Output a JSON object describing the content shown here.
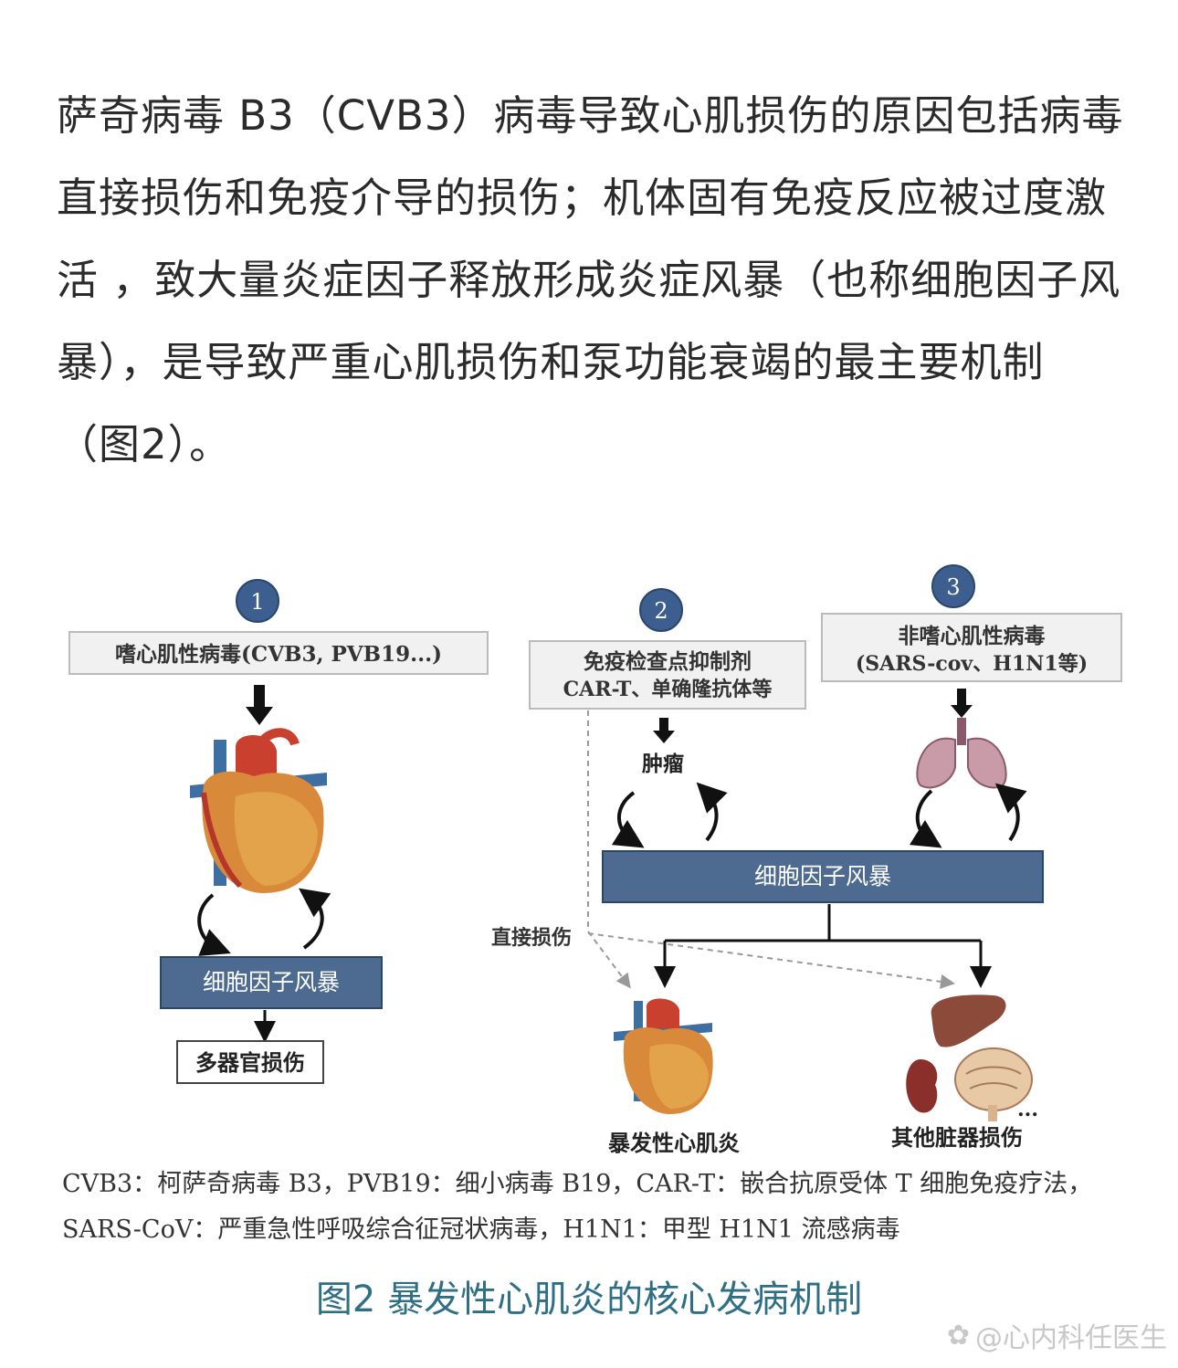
{
  "intro_text": "萨奇病毒 B3（CVB3）病毒导致心肌损伤的原因包括病毒直接损伤和免疫介导的损伤；机体固有免疫反应被过度激活 ，致大量炎症因子释放形成炎症风暴（也称细胞因子风暴），是导致严重心肌损伤和泵功能衰竭的最主要机制（图2）。",
  "figure": {
    "path1": {
      "number": "1",
      "source": "嗜心肌性病毒(CVB3, PVB19...)",
      "storm": "细胞因子风暴",
      "outcome": "多器官损伤"
    },
    "path2": {
      "number": "2",
      "source_line1": "免疫检查点抑制剂",
      "source_line2": "CAR-T、单确隆抗体等",
      "target": "肿瘤"
    },
    "path3": {
      "number": "3",
      "source_line1": "非嗜心肌性病毒",
      "source_line2": "(SARS-cov、H1N1等)"
    },
    "shared_storm": "细胞因子风暴",
    "direct_damage": "直接损伤",
    "outcome_myocarditis": "暴发性心肌炎",
    "outcome_organs": "其他脏器损伤",
    "organ_ellipsis": "..."
  },
  "legend_line1": "CVB3：柯萨奇病毒 B3，PVB19：细小病毒 B19，CAR-T：嵌合抗原受体 T 细胞免疫疗法，",
  "legend_line2": "SARS-CoV：严重急性呼吸综合征冠状病毒，H1N1：甲型 H1N1 流感病毒",
  "caption": "图2 暴发性心肌炎的核心发病机制",
  "watermark": "@心内科任医生",
  "colors": {
    "storm_box": "#4d6a91",
    "circle": "#3d5f8f",
    "source_box": "#f1f1f1",
    "caption": "#2f6f86"
  }
}
